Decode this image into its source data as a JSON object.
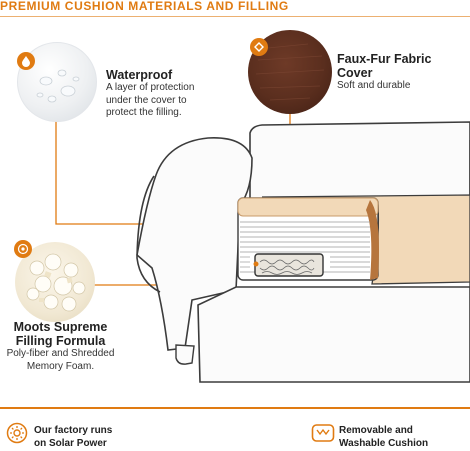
{
  "header": {
    "title": "PREMIUM CUSHION MATERIALS AND FILLING"
  },
  "features": {
    "waterproof": {
      "title": "Waterproof",
      "description": "A layer of protection under the cover to protect the filling.",
      "icon": "droplet-icon"
    },
    "faux_fur": {
      "title": "Faux-Fur Fabric Cover",
      "description": "Soft and durable",
      "icon": "fabric-icon"
    },
    "filling": {
      "title": "Moots Supreme Filling Formula",
      "description": "Poly-fiber and Shredded Memory Foam.",
      "icon": "target-icon"
    }
  },
  "footer": {
    "solar": {
      "text": "Our factory runs on Solar Power",
      "icon": "solar-icon"
    },
    "washable": {
      "text": "Removable and Washable Cushion",
      "icon": "cushion-icon"
    }
  },
  "colors": {
    "accent": "#e07b12",
    "fur": "#5a2e1e",
    "cushion": "#f2d9b8"
  }
}
